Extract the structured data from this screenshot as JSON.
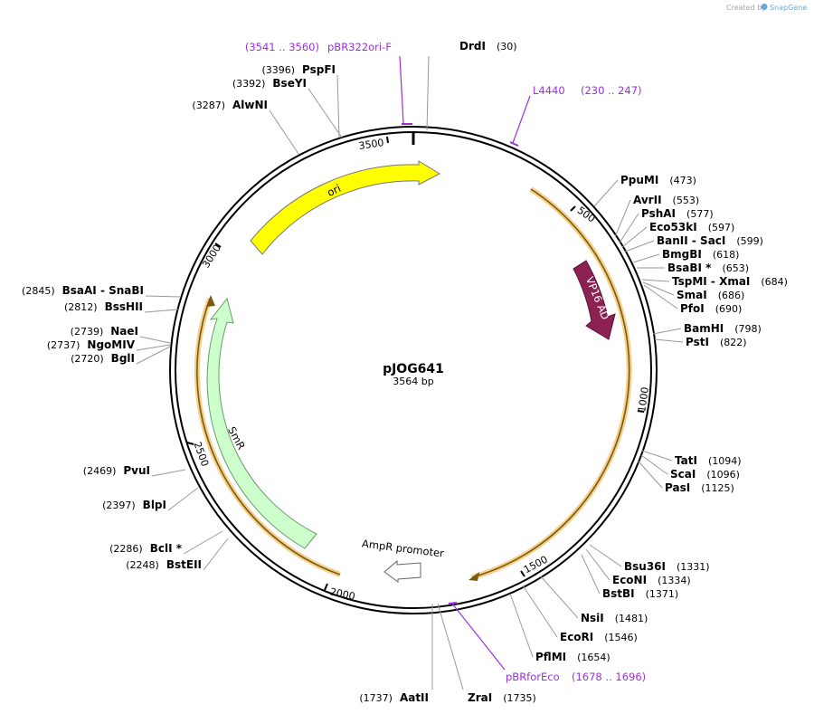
{
  "header": {
    "created_by": "Created by",
    "brand": "SnapGene"
  },
  "plasmid": {
    "name": "pJOG641",
    "size": "3564 bp"
  },
  "ticks": [
    "500",
    "1000",
    "1500",
    "2000",
    "2500",
    "3000",
    "3500"
  ],
  "features": {
    "ori": "ori",
    "vp16": "VP16 AD",
    "smr": "SmR",
    "ampr": "AmpR promoter"
  },
  "primers": [
    {
      "pos": "(3541 .. 3560)",
      "name": "pBR322ori-F"
    },
    {
      "pos": "(230 .. 247)",
      "name": "L4440"
    },
    {
      "pos": "(1678 .. 1696)",
      "name": "pBRforEco"
    }
  ],
  "right_enzymes": [
    {
      "name": "PpuMI",
      "pos": "(473)"
    },
    {
      "name": "AvrII",
      "pos": "(553)"
    },
    {
      "name": "PshAI",
      "pos": "(577)"
    },
    {
      "name": "Eco53kI",
      "pos": "(597)"
    },
    {
      "name": "BanII  -  SacI",
      "pos": "(599)"
    },
    {
      "name": "BmgBI",
      "pos": "(618)"
    },
    {
      "name": "BsaBI *",
      "pos": "(653)"
    },
    {
      "name": "TspMI  -  XmaI",
      "pos": "(684)"
    },
    {
      "name": "SmaI",
      "pos": "(686)"
    },
    {
      "name": "PfoI",
      "pos": "(690)"
    },
    {
      "name": "BamHI",
      "pos": "(798)"
    },
    {
      "name": "PstI",
      "pos": "(822)"
    },
    {
      "name": "TatI",
      "pos": "(1094)"
    },
    {
      "name": "ScaI",
      "pos": "(1096)"
    },
    {
      "name": "PasI",
      "pos": "(1125)"
    },
    {
      "name": "Bsu36I",
      "pos": "(1331)"
    },
    {
      "name": "EcoNI",
      "pos": "(1334)"
    },
    {
      "name": "BstBI",
      "pos": "(1371)"
    },
    {
      "name": "NsiI",
      "pos": "(1481)"
    },
    {
      "name": "EcoRI",
      "pos": "(1546)"
    },
    {
      "name": "PflMI",
      "pos": "(1654)"
    },
    {
      "name": "ZraI",
      "pos": "(1735)"
    }
  ],
  "left_enzymes": [
    {
      "name": "DrdI",
      "pos": "(30)"
    },
    {
      "name": "PspFI",
      "pos": "(3396)"
    },
    {
      "name": "BseYI",
      "pos": "(3392)"
    },
    {
      "name": "AlwNI",
      "pos": "(3287)"
    },
    {
      "name": "BsaAI  -  SnaBI",
      "pos": "(2845)"
    },
    {
      "name": "BssHII",
      "pos": "(2812)"
    },
    {
      "name": "NaeI",
      "pos": "(2739)"
    },
    {
      "name": "NgoMIV",
      "pos": "(2737)"
    },
    {
      "name": "BglI",
      "pos": "(2720)"
    },
    {
      "name": "PvuI",
      "pos": "(2469)"
    },
    {
      "name": "BlpI",
      "pos": "(2397)"
    },
    {
      "name": "BclI *",
      "pos": "(2286)"
    },
    {
      "name": "BstEII",
      "pos": "(2248)"
    },
    {
      "name": "AatII",
      "pos": "(1737)"
    }
  ],
  "colors": {
    "ori": "#ffff00",
    "vp16": "#8b2252",
    "smr": "#ccffcc",
    "orf_glow": "#f5d08a",
    "primer": "#9b30d9"
  }
}
